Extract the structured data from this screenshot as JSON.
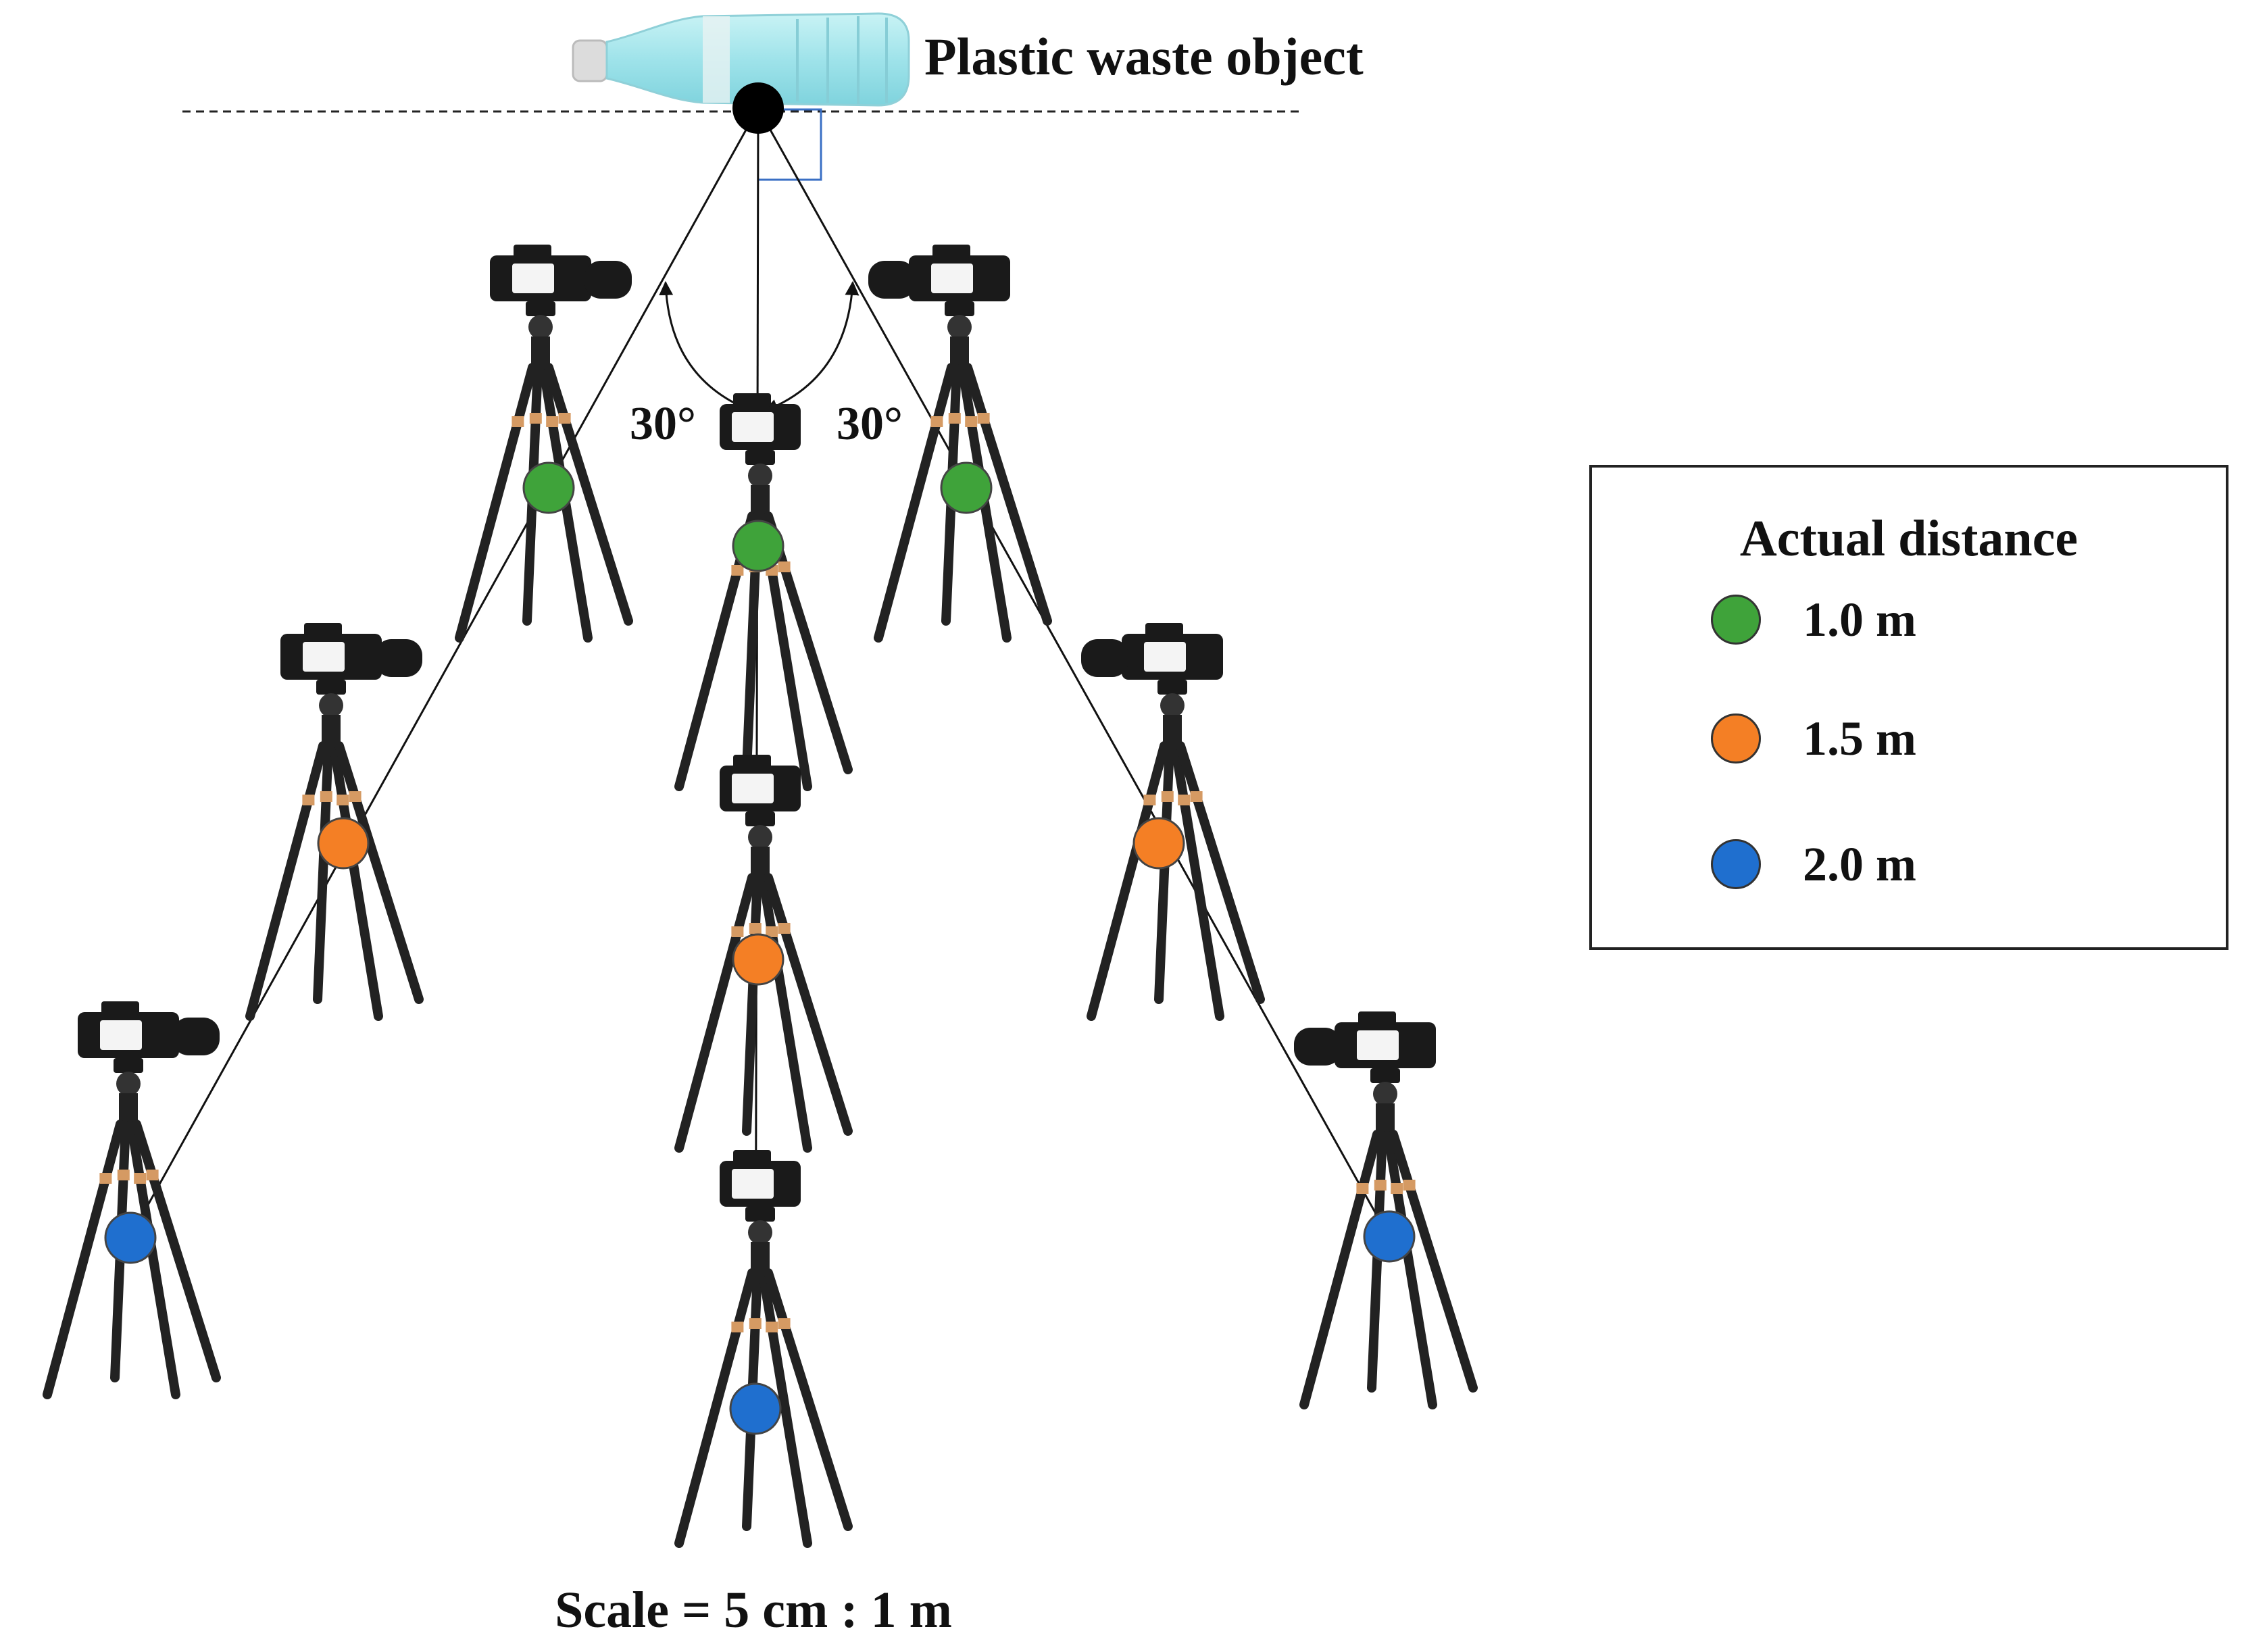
{
  "object_label": "Plastic waste object",
  "angles": {
    "left": "30°",
    "right": "30°"
  },
  "scale_label": "Scale = 5 cm : 1 m",
  "legend": {
    "title": "Actual distance",
    "items": [
      {
        "label": "1.0 m",
        "color": "#3fa33a"
      },
      {
        "label": "1.5 m",
        "color": "#f47f25"
      },
      {
        "label": "2.0 m",
        "color": "#1f6fcf"
      }
    ]
  },
  "colors": {
    "object_marker": "#000000",
    "right_angle_marker": "#3a6fc4",
    "bottle_cap": "#e6e6e6",
    "bottle_body": "#9fe3ea",
    "tripod_leg": "#222222",
    "tripod_band": "#d59a63",
    "camera": "#1a1a1a"
  },
  "rays": [
    {
      "id": "left",
      "angle_deg": 30
    },
    {
      "id": "center",
      "angle_deg": 0
    },
    {
      "id": "right",
      "angle_deg": 30
    }
  ]
}
